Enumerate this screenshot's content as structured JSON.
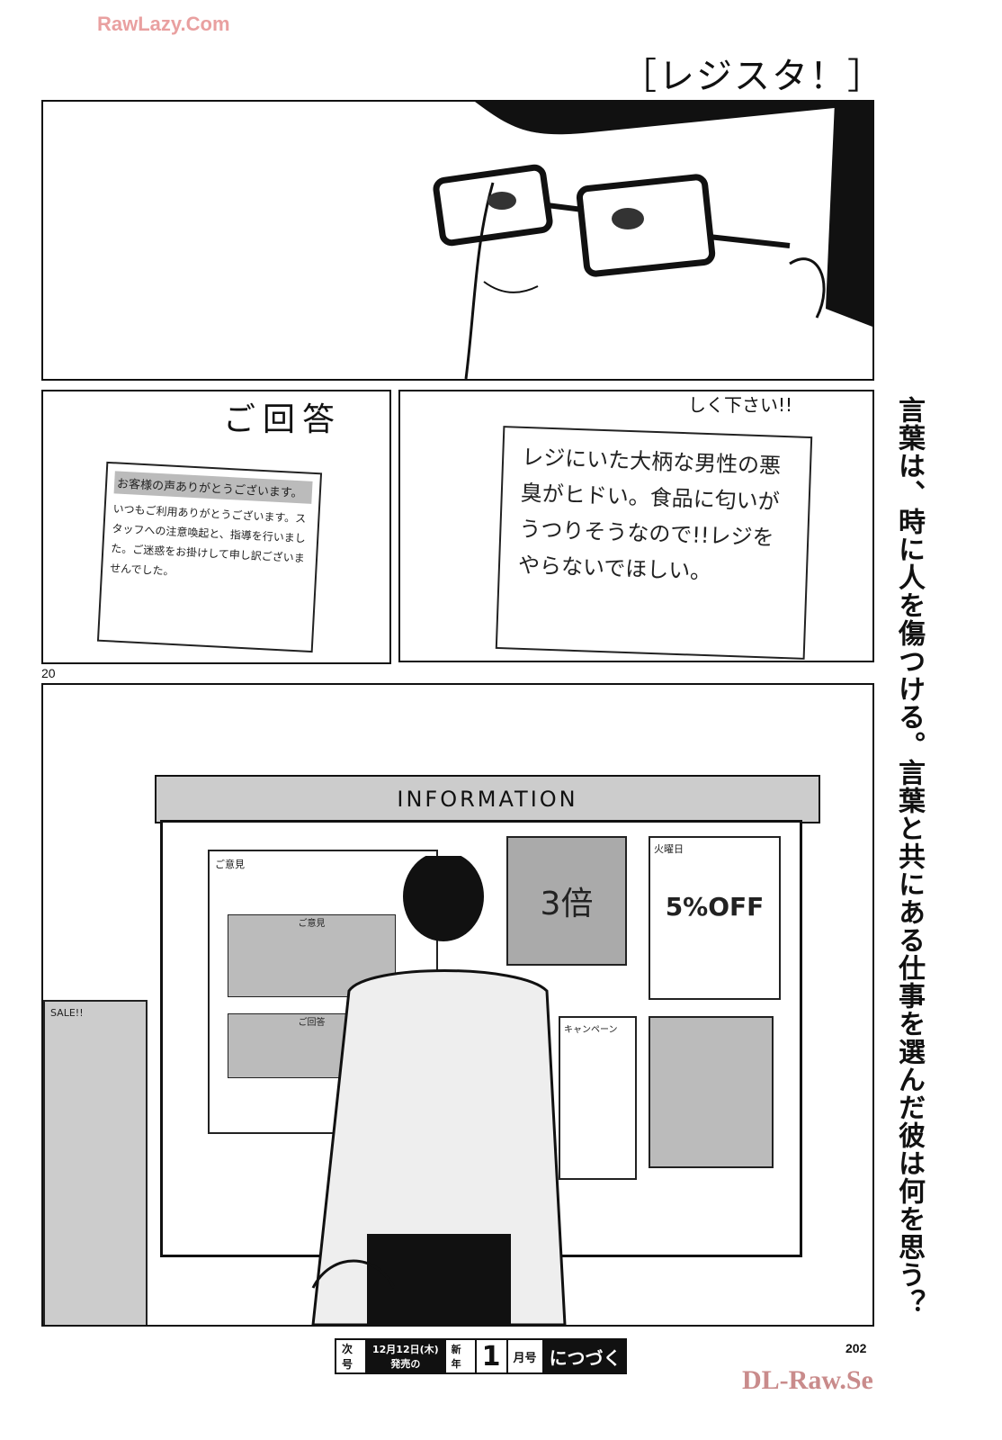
{
  "watermarks": {
    "top": "RawLazy.Com",
    "bottom": "DL-Raw.Se"
  },
  "series_title": "［レジスタ！］",
  "page_numbers": {
    "left": "20",
    "folio": "202"
  },
  "panel2": {
    "sign": "ご回答",
    "note_header": "お客様の声ありがとうございます。",
    "note_body": "いつもご利用ありがとうございます。スタッフへの注意喚起と、指導を行いました。ご迷惑をお掛けして申し訳ございませんでした。"
  },
  "panel3": {
    "top_text": "しく下さい!!",
    "note": "レジにいた大柄な男性の悪臭がヒドい。食品に匂いがうつりそうなので!!レジをやらないでほしい。"
  },
  "panel4": {
    "board_title": "INFORMATION",
    "poster1_title": "ご意見",
    "poster1_sub": "ご意見",
    "poster1_answer": "ご回答",
    "poster2": "3倍",
    "poster3_title": "火曜日",
    "poster3": "5%OFF",
    "poster4": "キャンペーン",
    "left_sign": "SALE!!"
  },
  "narration": "言葉は、時に人を傷つける。言葉と共にある仕事を選んだ彼は何を思う？",
  "banner": {
    "next": "次号",
    "date": "12月12日(木)",
    "release": "発売の",
    "new_year": "新年",
    "issue_num": "1",
    "issue": "月号",
    "continue": "につづく"
  }
}
